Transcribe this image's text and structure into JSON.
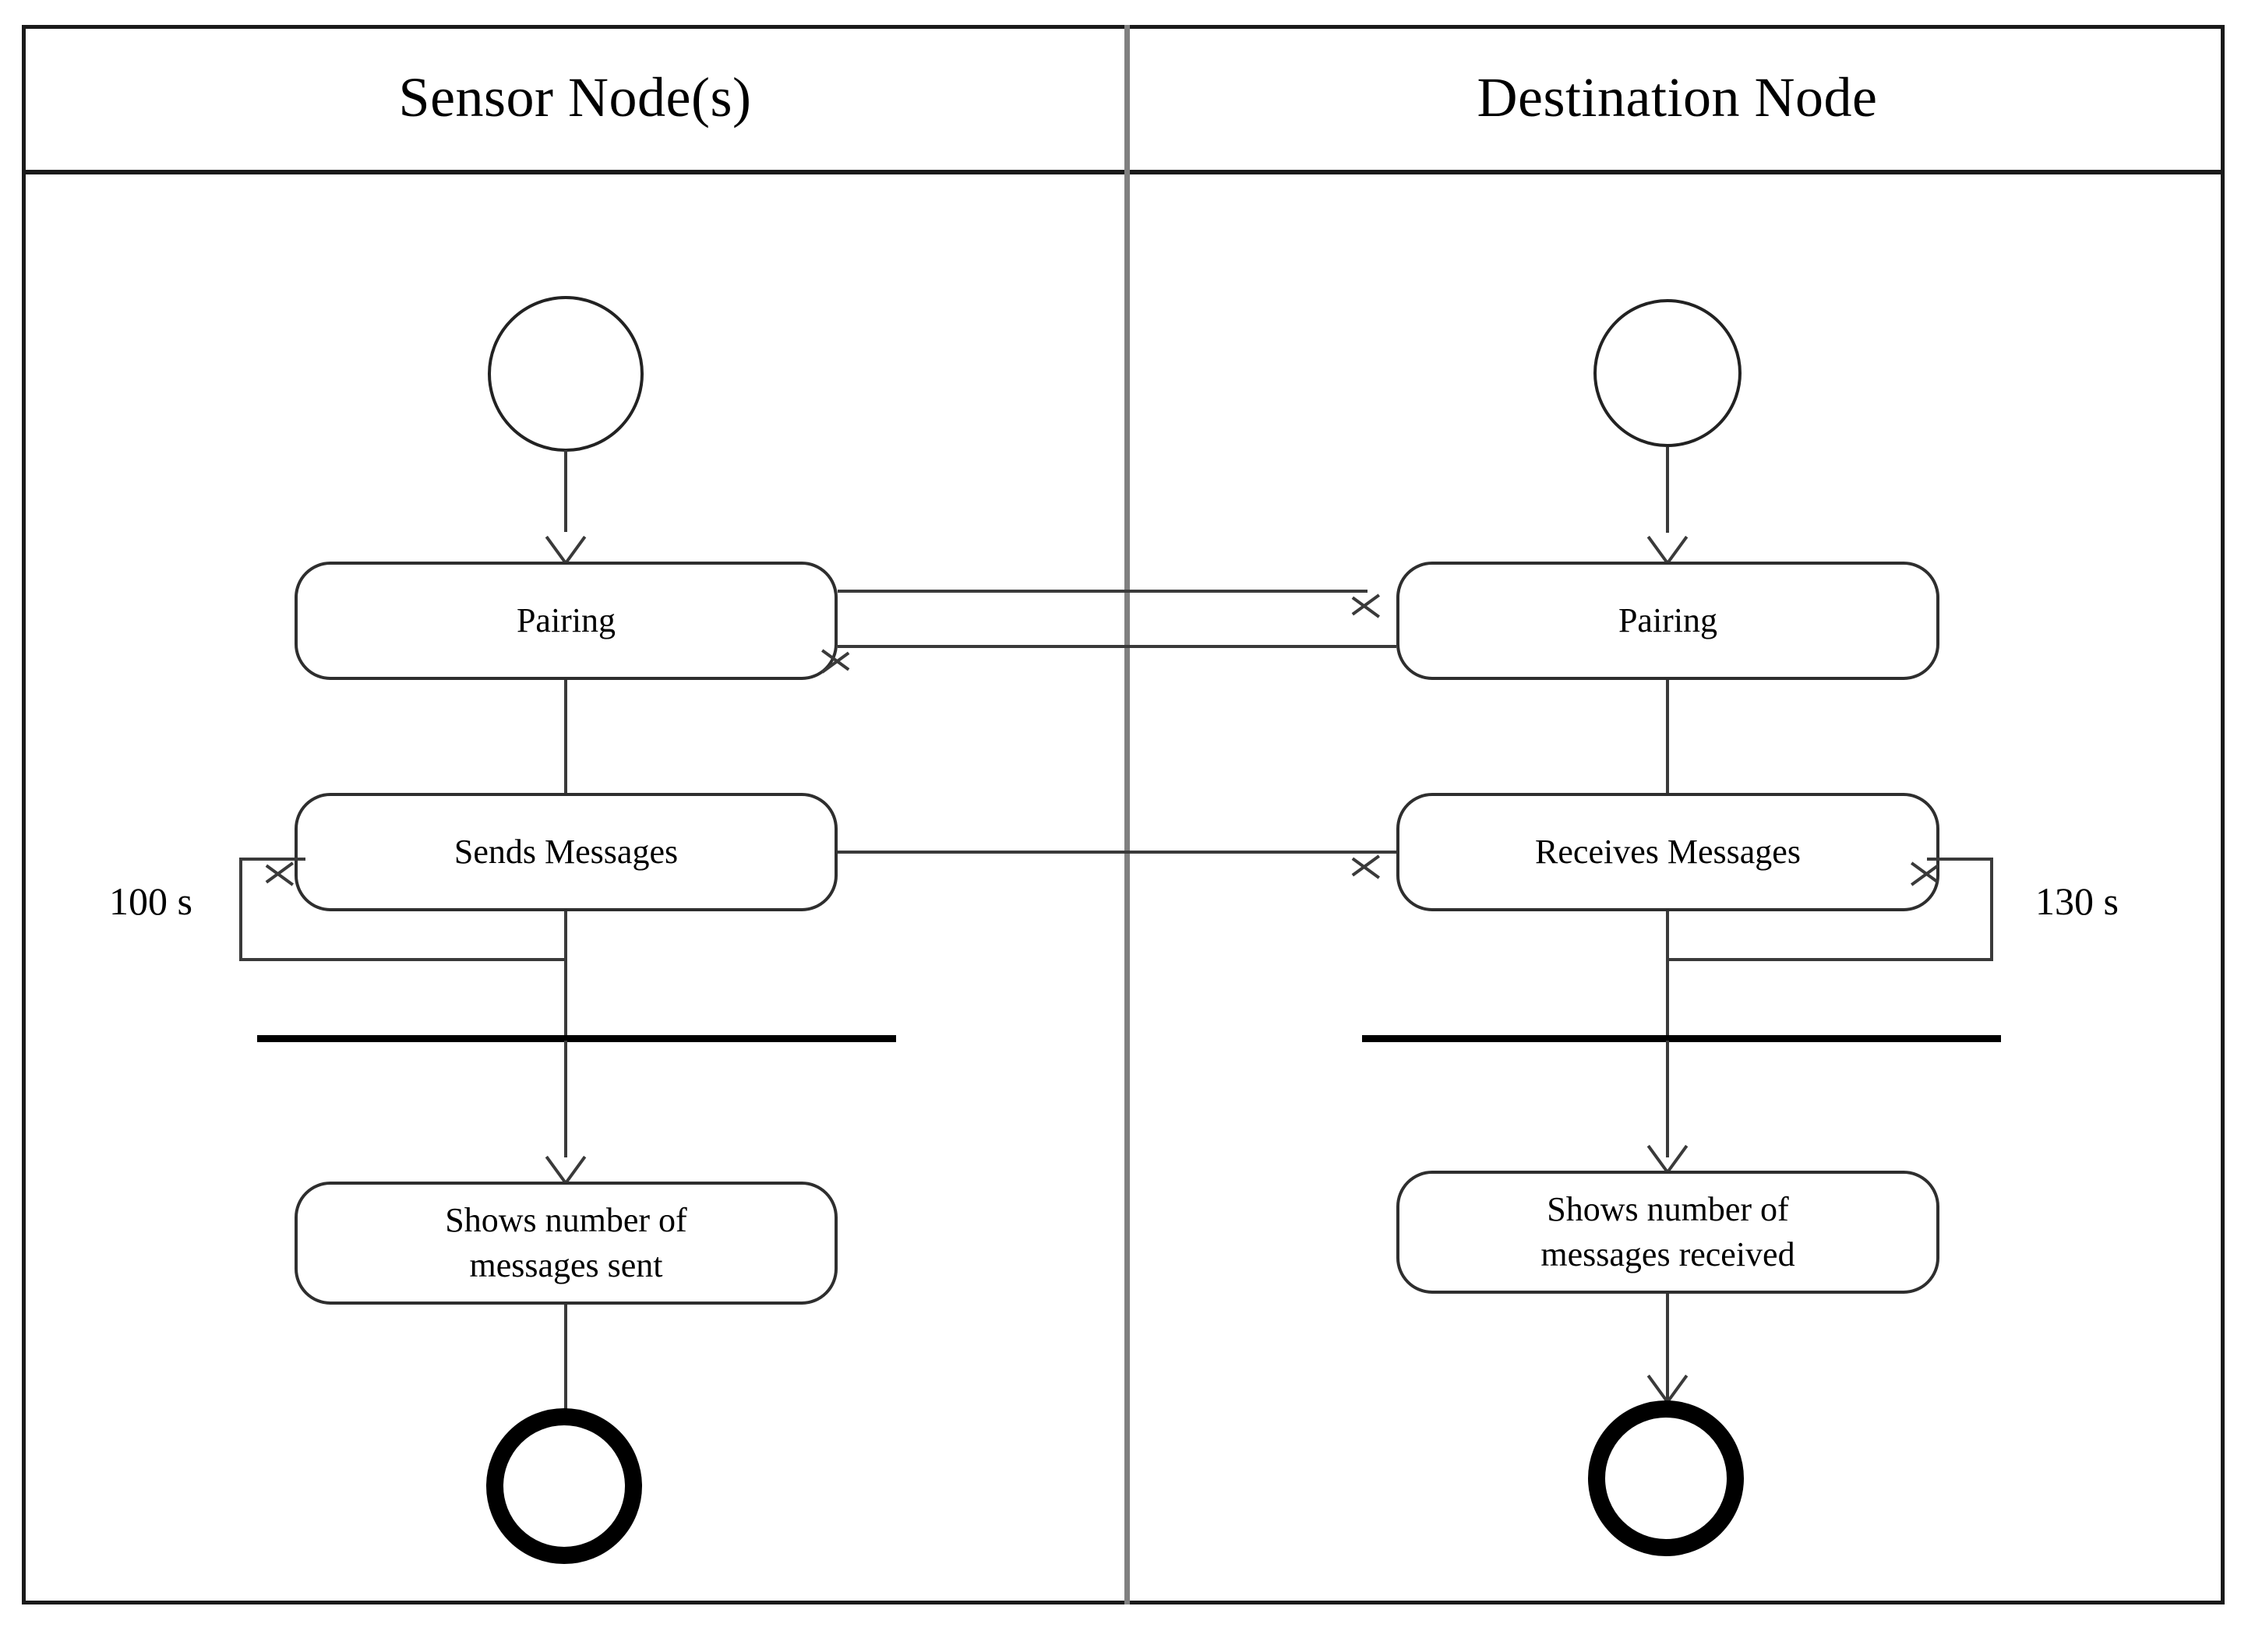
{
  "diagram": {
    "type": "uml-activity-diagram",
    "lanes": [
      {
        "id": "sensor",
        "title": "Sensor Node(s)"
      },
      {
        "id": "destination",
        "title": "Destination Node"
      }
    ],
    "sensor_lane": {
      "start_node": "start-node",
      "activities": [
        {
          "id": "pairing-left",
          "label": "Pairing"
        },
        {
          "id": "sends-messages",
          "label": "Sends Messages"
        },
        {
          "id": "shows-sent",
          "label_line1": "Shows number of",
          "label_line2": "messages sent"
        }
      ],
      "loop_label": "100 s",
      "sync_bar": "fork-bar-left",
      "end_node": "end-node"
    },
    "destination_lane": {
      "start_node": "start-node",
      "activities": [
        {
          "id": "pairing-right",
          "label": "Pairing"
        },
        {
          "id": "receives-messages",
          "label": "Receives Messages"
        },
        {
          "id": "shows-received",
          "label_line1": "Shows number of",
          "label_line2": "messages received"
        }
      ],
      "loop_label": "130 s",
      "sync_bar": "fork-bar-right",
      "end_node": "end-node"
    },
    "colors": {
      "frame": "#1a1a1a",
      "divider": "#808080",
      "box_border": "#2e2e2e",
      "connector": "#3a3a3a",
      "sync_bar": "#000000",
      "end_node": "#000000",
      "text": "#000000",
      "background": "#ffffff"
    }
  }
}
